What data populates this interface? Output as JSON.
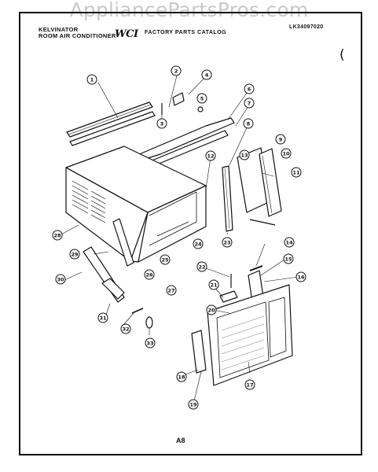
{
  "watermark": "AppliancePartsPros.com",
  "header": {
    "brand_line1": "KELVINATOR",
    "brand_line2": "ROOM AIR CONDITIONER",
    "logo": "WCI",
    "catalog_title": "FACTORY PARTS CATALOG",
    "catalog_code": "LK34097020"
  },
  "right_margin_mark": "(",
  "page_number": "A8",
  "callouts": [
    "1",
    "2",
    "4",
    "3",
    "5",
    "6",
    "7",
    "8",
    "9",
    "10",
    "11",
    "12",
    "13",
    "23",
    "24",
    "25",
    "26",
    "27",
    "28",
    "29",
    "30",
    "31",
    "32",
    "33",
    "14",
    "15",
    "16",
    "22",
    "21",
    "20",
    "17",
    "18",
    "19"
  ]
}
